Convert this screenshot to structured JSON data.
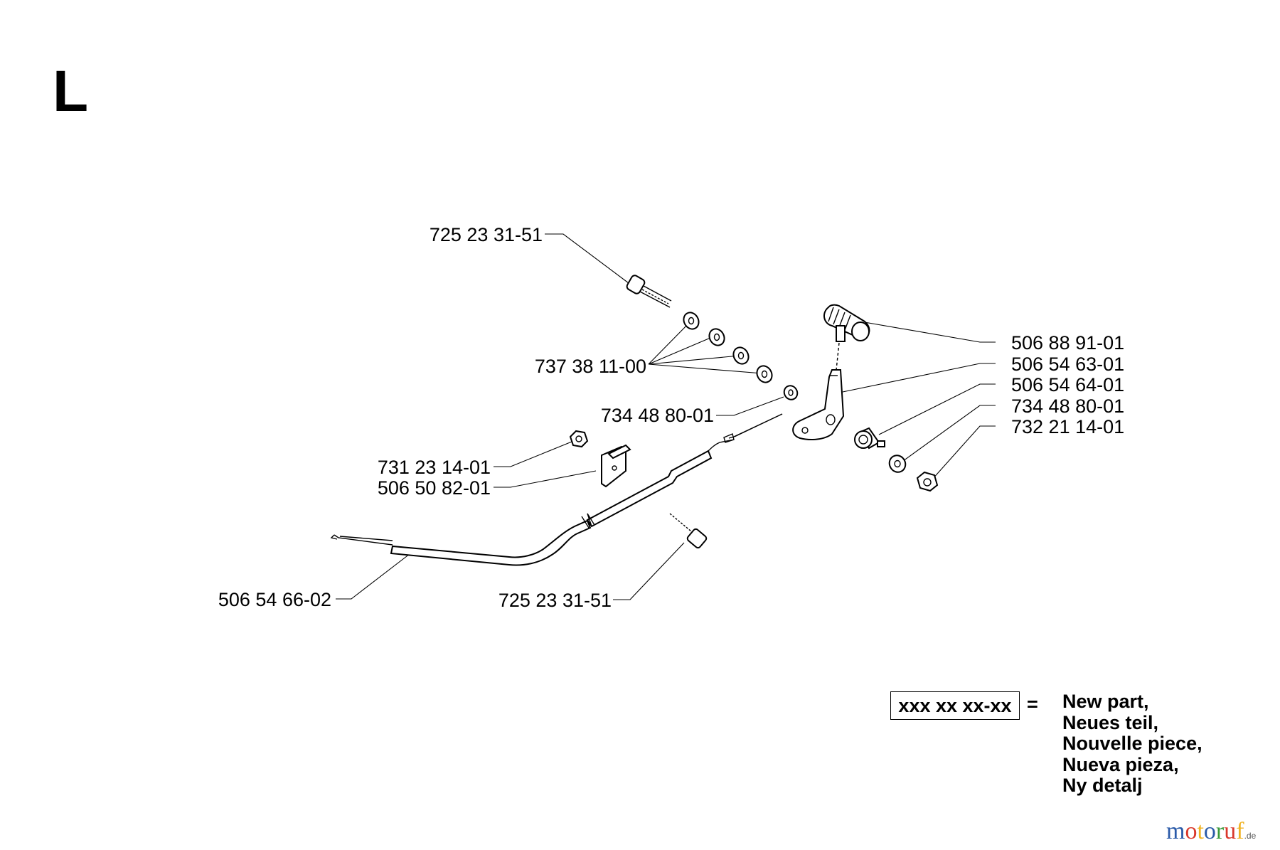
{
  "section_letter": "L",
  "colors": {
    "line": "#000000",
    "background": "#ffffff",
    "watermark": [
      "#2a5aa8",
      "#d9382b",
      "#f0b323",
      "#2a5aa8",
      "#3a9a3a",
      "#d9382b",
      "#f0b323"
    ]
  },
  "callouts": [
    {
      "id": "screw-top",
      "text": "725 23 31-51"
    },
    {
      "id": "washers",
      "text": "737 38 11-00"
    },
    {
      "id": "washer-left",
      "text": "734 48 80-01"
    },
    {
      "id": "nut-left",
      "text": "731 23 14-01"
    },
    {
      "id": "clip",
      "text": "506 50 82-01"
    },
    {
      "id": "cable",
      "text": "506 54 66-02"
    },
    {
      "id": "screw-bottom",
      "text": "725 23 31-51"
    },
    {
      "id": "knob",
      "text": "506 88 91-01"
    },
    {
      "id": "lever",
      "text": "506 54 63-01"
    },
    {
      "id": "bushing",
      "text": "506 54 64-01"
    },
    {
      "id": "washer-right",
      "text": "734 48 80-01"
    },
    {
      "id": "nut-right",
      "text": "732 21 14-01"
    }
  ],
  "legend": {
    "box_text": "xxx xx xx-xx",
    "equals": "=",
    "lines": [
      "New part,",
      "Neues teil,",
      "Nouvelle piece,",
      "Nueva pieza,",
      "Ny detalj"
    ]
  },
  "watermark": {
    "letters": [
      "m",
      "o",
      "t",
      "o",
      "r",
      "u",
      "f"
    ],
    "suffix": ".de"
  }
}
